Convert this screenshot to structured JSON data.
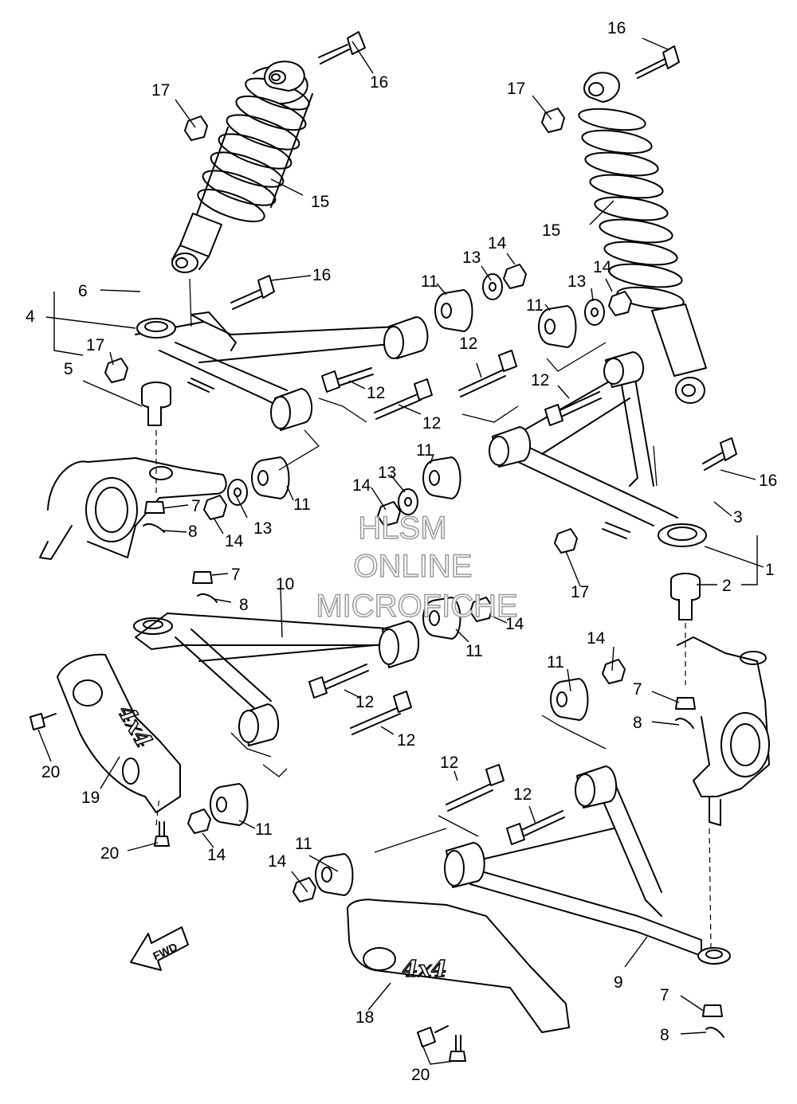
{
  "watermark": {
    "line1": "HLSM",
    "line2": "ONLINE",
    "line3": "MICROFICHE"
  },
  "direction_badge": {
    "text": "FWD"
  },
  "guard_logo": "4x4",
  "callouts": [
    "1",
    "2",
    "3",
    "4",
    "5",
    "6",
    "7",
    "7",
    "7",
    "7",
    "8",
    "8",
    "8",
    "8",
    "9",
    "10",
    "11",
    "11",
    "11",
    "11",
    "11",
    "11",
    "11",
    "12",
    "12",
    "12",
    "12",
    "12",
    "12",
    "12",
    "12",
    "12",
    "13",
    "13",
    "13",
    "14",
    "14",
    "14",
    "14",
    "14",
    "14",
    "14",
    "14",
    "15",
    "15",
    "16",
    "16",
    "16",
    "16",
    "17",
    "17",
    "17",
    "17",
    "18",
    "19",
    "20",
    "20",
    "20"
  ]
}
